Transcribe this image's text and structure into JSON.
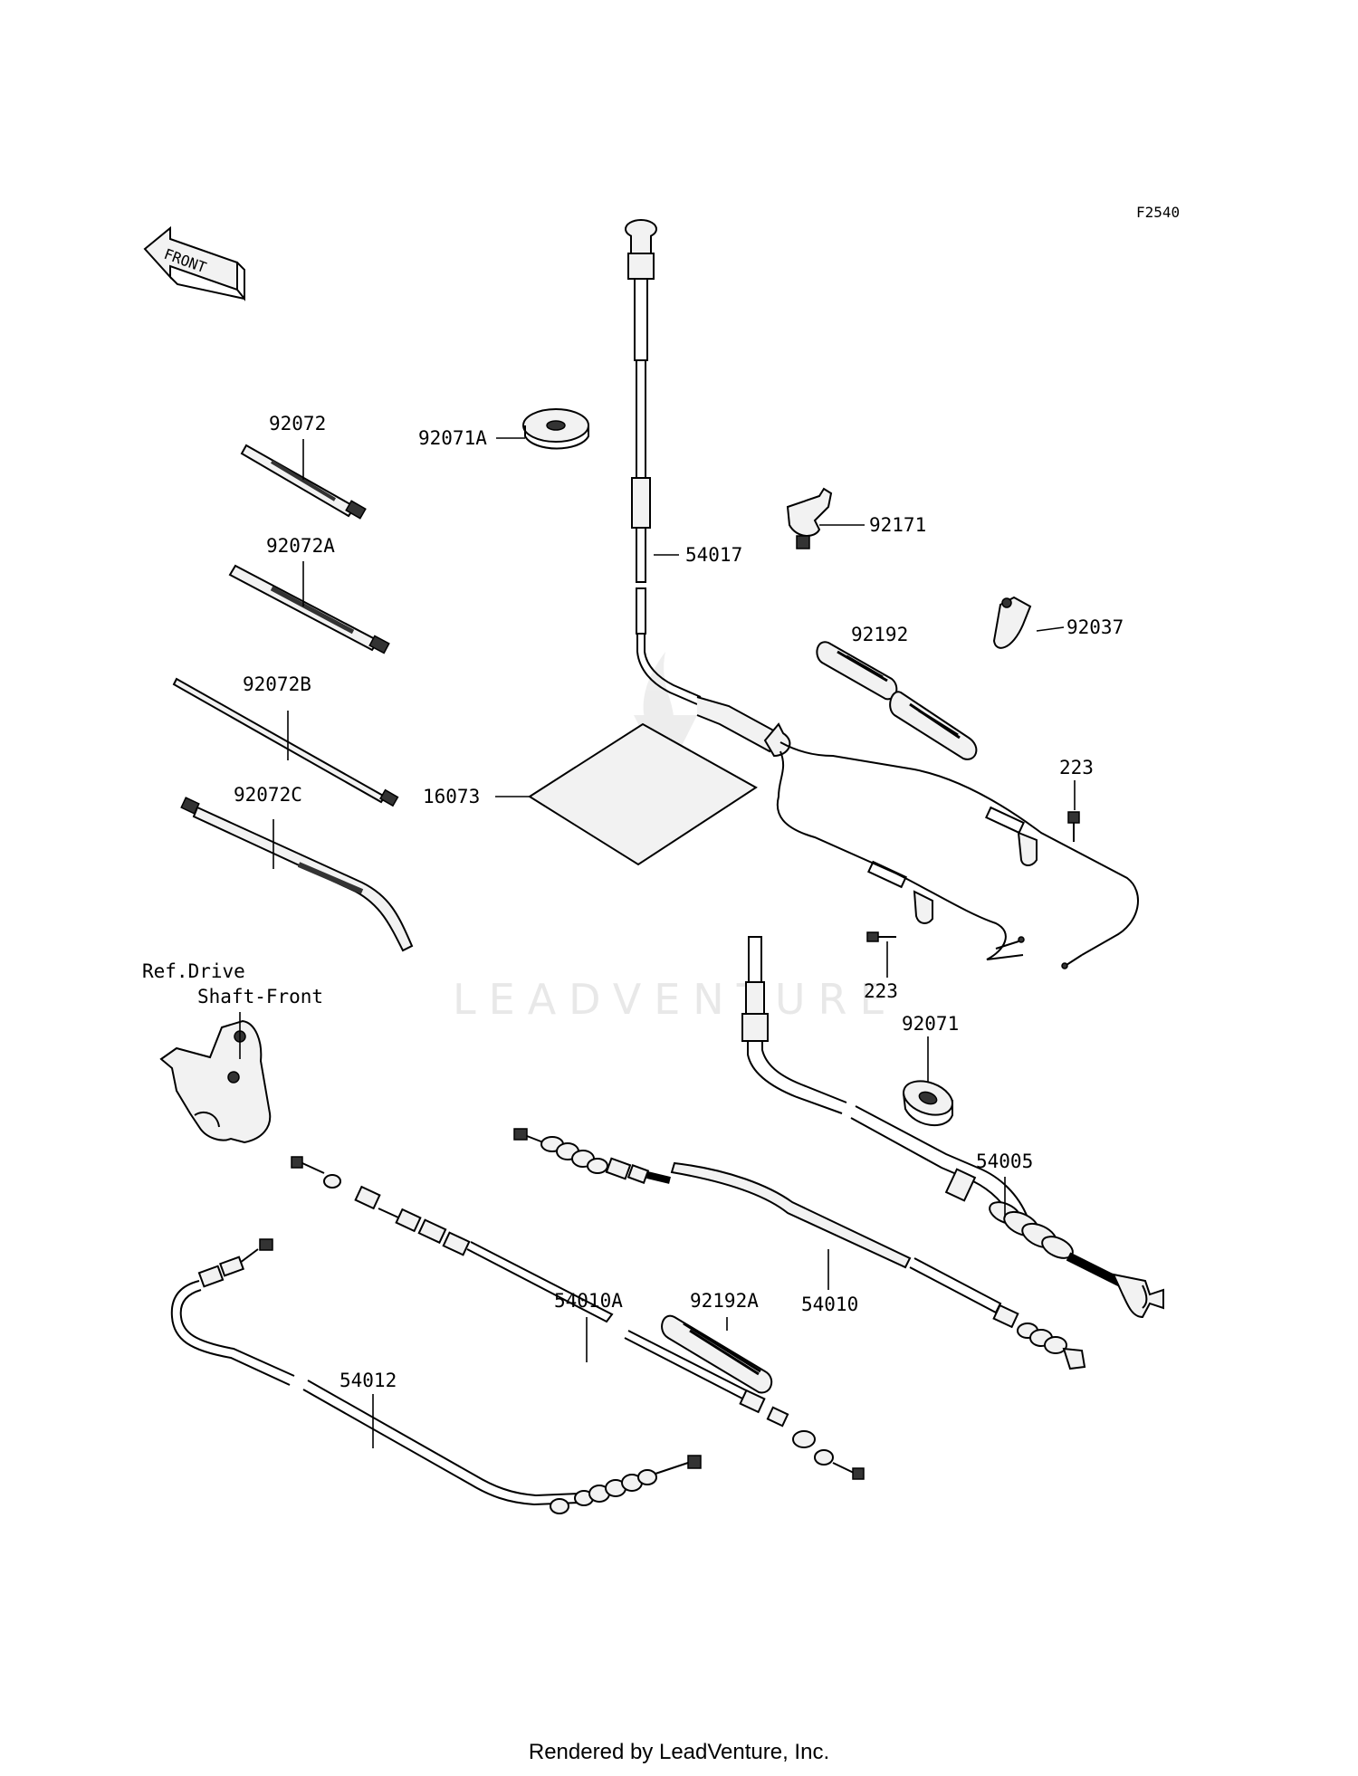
{
  "diagram_code": "F2540",
  "front_arrow_text": "FRONT",
  "watermark": "LEADVENTURE",
  "footer": "Rendered by LeadVenture, Inc.",
  "reference_note": {
    "line1": "Ref.Drive",
    "line2": "Shaft-Front"
  },
  "parts": {
    "p92072": "92072",
    "p92072A": "92072A",
    "p92072B": "92072B",
    "p92072C": "92072C",
    "p92071A": "92071A",
    "p54017": "54017",
    "p92171": "92171",
    "p92192": "92192",
    "p92037": "92037",
    "p16073": "16073",
    "p223_top": "223",
    "p223_bottom": "223",
    "p92071": "92071",
    "p54005": "54005",
    "p54010A": "54010A",
    "p92192A": "92192A",
    "p54010": "54010",
    "p54012": "54012"
  }
}
